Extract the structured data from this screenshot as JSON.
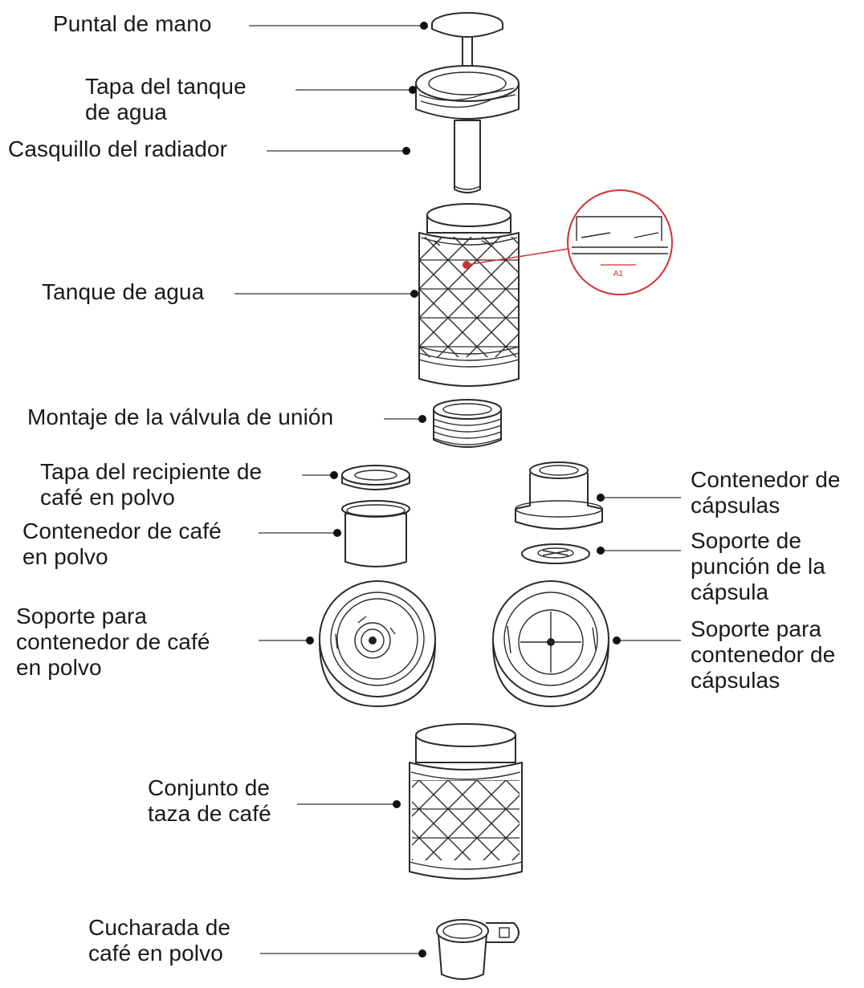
{
  "diagram": {
    "labels": [
      {
        "id": "hand-strut",
        "lines": [
          "Puntal de mano"
        ]
      },
      {
        "id": "tank-lid",
        "lines": [
          "Tapa del tanque",
          "de agua"
        ]
      },
      {
        "id": "radiator-sleeve",
        "lines": [
          "Casquillo del radiador"
        ]
      },
      {
        "id": "water-tank",
        "lines": [
          "Tanque de agua"
        ]
      },
      {
        "id": "valve-assembly",
        "lines": [
          "Montaje de la válvula de unión"
        ]
      },
      {
        "id": "powder-lid",
        "lines": [
          "Tapa del recipiente de",
          "café en polvo"
        ]
      },
      {
        "id": "powder-container",
        "lines": [
          "Contenedor de café",
          "en polvo"
        ]
      },
      {
        "id": "powder-holder",
        "lines": [
          "Soporte para",
          "contenedor de café",
          "en polvo"
        ]
      },
      {
        "id": "capsule-container",
        "lines": [
          "Contenedor de",
          "cápsulas"
        ]
      },
      {
        "id": "capsule-puncture",
        "lines": [
          "Soporte de",
          "punción de la",
          "cápsula"
        ]
      },
      {
        "id": "capsule-holder",
        "lines": [
          "Soporte para",
          "contenedor de",
          "cápsulas"
        ]
      },
      {
        "id": "cup-set",
        "lines": [
          "Conjunto de",
          "taza de café"
        ]
      },
      {
        "id": "scoop",
        "lines": [
          "Cucharada de",
          "café en polvo"
        ]
      }
    ],
    "detail_text": "A1",
    "colors": {
      "line": "#2a2a2a",
      "detail": "#d32f2f"
    }
  }
}
